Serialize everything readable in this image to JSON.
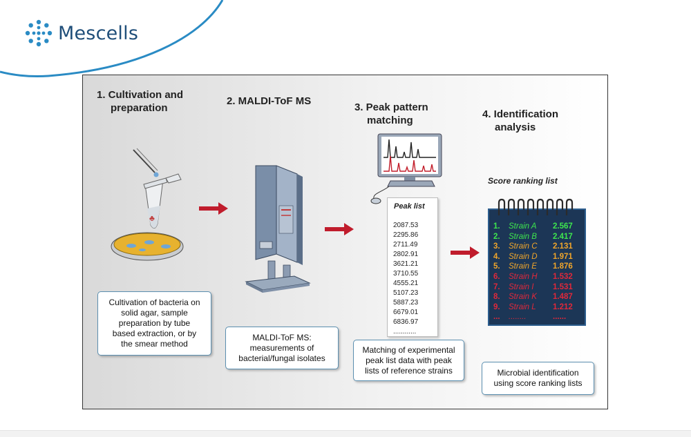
{
  "brand": {
    "name": "Mescells",
    "colors": {
      "primary": "#1f4e79",
      "accent": "#2a8bc4"
    }
  },
  "steps": [
    {
      "title_l1": "1. Cultivation and",
      "title_l2": "preparation",
      "caption_lines": [
        "Cultivation of bacteria on",
        "solid agar, sample",
        "preparation by tube",
        "based extraction, or by",
        "the smear method"
      ]
    },
    {
      "title_l1": "2. MALDI-ToF MS",
      "title_l2": "",
      "caption_lines": [
        "MALDI-ToF MS:",
        "measurements of",
        "bacterial/fungal isolates"
      ]
    },
    {
      "title_l1": "3. Peak pattern",
      "title_l2": "matching",
      "caption_lines": [
        "Matching of experimental",
        "peak list data with peak",
        "lists of reference strains"
      ]
    },
    {
      "title_l1": "4. Identification",
      "title_l2": "analysis",
      "caption_lines": [
        "Microbial identification",
        "using score ranking lists"
      ]
    }
  ],
  "peak_list": {
    "title": "Peak list",
    "values": [
      "2087.53",
      "2295.86",
      "2711.49",
      "2802.91",
      "3621.21",
      "3710.55",
      "4555.21",
      "5107.23",
      "5887.23",
      "6679.01",
      "6836.97",
      "............"
    ]
  },
  "score_ranking": {
    "title": "Score ranking list",
    "rows": [
      {
        "num": "1.",
        "name": "Strain A",
        "score": "2.567",
        "color": "#3ee64e"
      },
      {
        "num": "2.",
        "name": "Strain B",
        "score": "2.417",
        "color": "#3ee64e"
      },
      {
        "num": "3.",
        "name": "Strain C",
        "score": "2.131",
        "color": "#f0a52a"
      },
      {
        "num": "4.",
        "name": "Strain D",
        "score": "1.971",
        "color": "#f0a52a"
      },
      {
        "num": "5.",
        "name": "Strain E",
        "score": "1.876",
        "color": "#f0a52a"
      },
      {
        "num": "6.",
        "name": "Strain H",
        "score": "1.532",
        "color": "#e0283a"
      },
      {
        "num": "7.",
        "name": "Strain I",
        "score": "1.531",
        "color": "#e0283a"
      },
      {
        "num": "8.",
        "name": "Strain K",
        "score": "1.487",
        "color": "#e0283a"
      },
      {
        "num": "9.",
        "name": "Strain L",
        "score": "1.212",
        "color": "#e0283a"
      },
      {
        "num": "...",
        "name": "........",
        "score": "......",
        "color": "#e0283a"
      }
    ]
  }
}
